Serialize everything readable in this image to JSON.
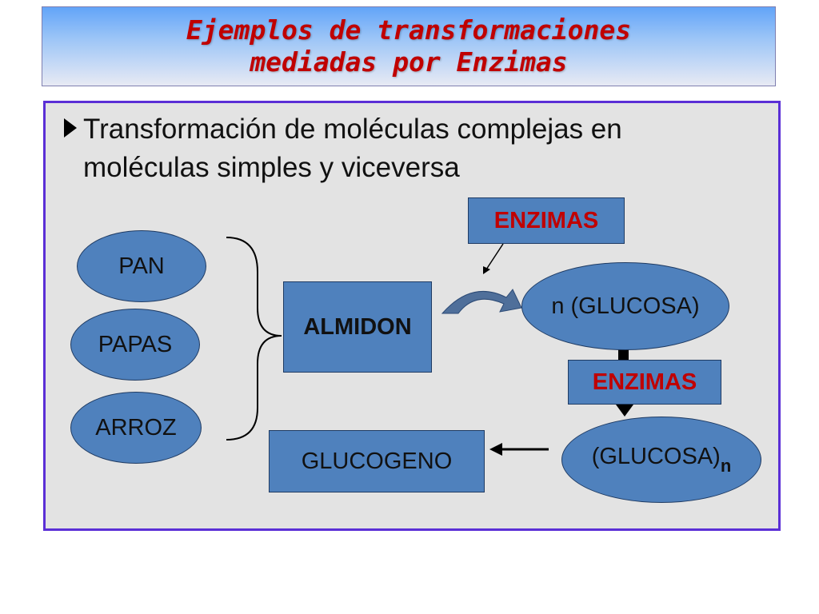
{
  "title": {
    "line1": "Ejemplos de transformaciones",
    "line2": "mediadas por Enzimas"
  },
  "bullet": {
    "line1": "Transformación de moléculas complejas en",
    "line2": "moléculas simples y viceversa"
  },
  "diagram": {
    "foods": [
      "PAN",
      "PAPAS",
      "ARROZ"
    ],
    "almidon": "ALMIDON",
    "enzimas_top": "ENZIMAS",
    "glucosa_n": "n (GLUCOSA)",
    "enzimas_mid": "ENZIMAS",
    "glucosa_poly": "(GLUCOSA)",
    "glucosa_poly_sub": "n",
    "glucogeno": "GLUCOGENO"
  },
  "colors": {
    "title_text": "#c00000",
    "node_fill": "#4f81bd",
    "frame_border": "#5b2fd6",
    "frame_fill": "#e3e3e3",
    "curved_arrow": "#4f6f9a"
  }
}
